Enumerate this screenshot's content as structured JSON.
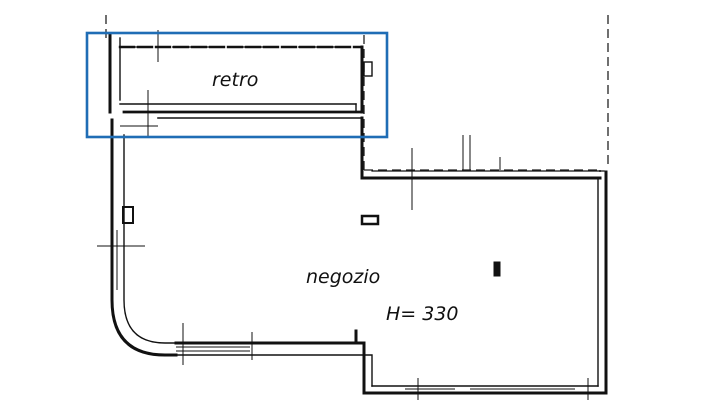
{
  "plan": {
    "rooms": {
      "retro": "retro",
      "negozio": "negozio",
      "height": "H= 330"
    },
    "colors": {
      "wall": "#111111",
      "highlight": "#1f6db5",
      "background": "#ffffff"
    }
  }
}
